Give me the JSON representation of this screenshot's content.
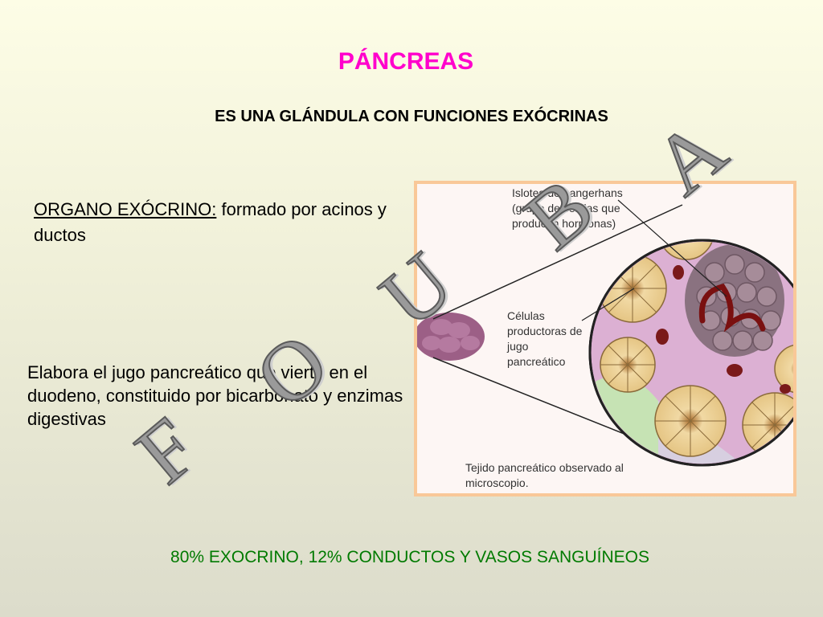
{
  "slide": {
    "title": "PÁNCREAS",
    "subtitle": "ES UNA GLÁNDULA CON FUNCIONES EXÓCRINAS",
    "organo_label": "ORGANO EXÓCRINO:",
    "organo_text": " formado por acinos y ductos",
    "elabora_text": "Elabora el jugo pancreático que vierte en el duodeno, constituido por bicarbonato y enzimas digestivas",
    "footer": "80% EXOCRINO, 12% CONDUCTOS Y VASOS SANGUÍNEOS"
  },
  "figure": {
    "label_islotes": "Islotes de Langerhans (grupo de células que producen hormonas)",
    "label_celulas": "Células productoras de jugo pancreático",
    "label_tejido": "Tejido pancreático observado al microscopio."
  },
  "watermark": {
    "letters": [
      "F",
      "O",
      "U",
      "B",
      "A"
    ],
    "color": "#9a9a9a"
  },
  "colors": {
    "title": "#ff00cc",
    "footer": "#007a00",
    "frame": "#f9c898"
  }
}
